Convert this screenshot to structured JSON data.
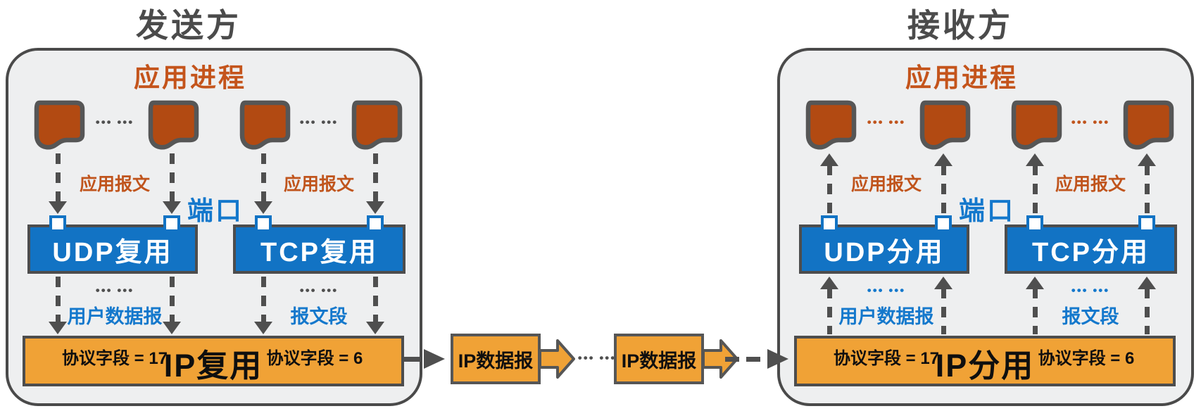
{
  "sender": {
    "title": "发送方",
    "app_process_label": "应用进程",
    "app_message_label": "应用报文",
    "port_label": "端口",
    "udp_label": "UDP复用",
    "tcp_label": "TCP复用",
    "udp_pdu_label": "用户数据报",
    "tcp_pdu_label": "报文段",
    "ip_label": "IP复用",
    "proto_udp": "协议字段 = 17",
    "proto_tcp": "协议字段 = 6",
    "dots": "••• •••"
  },
  "receiver": {
    "title": "接收方",
    "app_process_label": "应用进程",
    "app_message_label": "应用报文",
    "port_label": "端口",
    "udp_label": "UDP分用",
    "tcp_label": "TCP分用",
    "udp_pdu_label": "用户数据报",
    "tcp_pdu_label": "报文段",
    "ip_label": "IP分用",
    "proto_udp": "协议字段 = 17",
    "proto_tcp": "协议字段 = 6",
    "dots": "••• •••"
  },
  "link": {
    "datagram_label": "IP数据报",
    "dots": "••• •••"
  },
  "colors": {
    "transport_blue": "#1273c4",
    "blue_text": "#1478cc",
    "ip_orange": "#f0a236",
    "document_fill": "#b24a12",
    "orange_text": "#c0541c",
    "dark_gray": "#4d4d4d",
    "panel_bg": "#eeeff0"
  }
}
